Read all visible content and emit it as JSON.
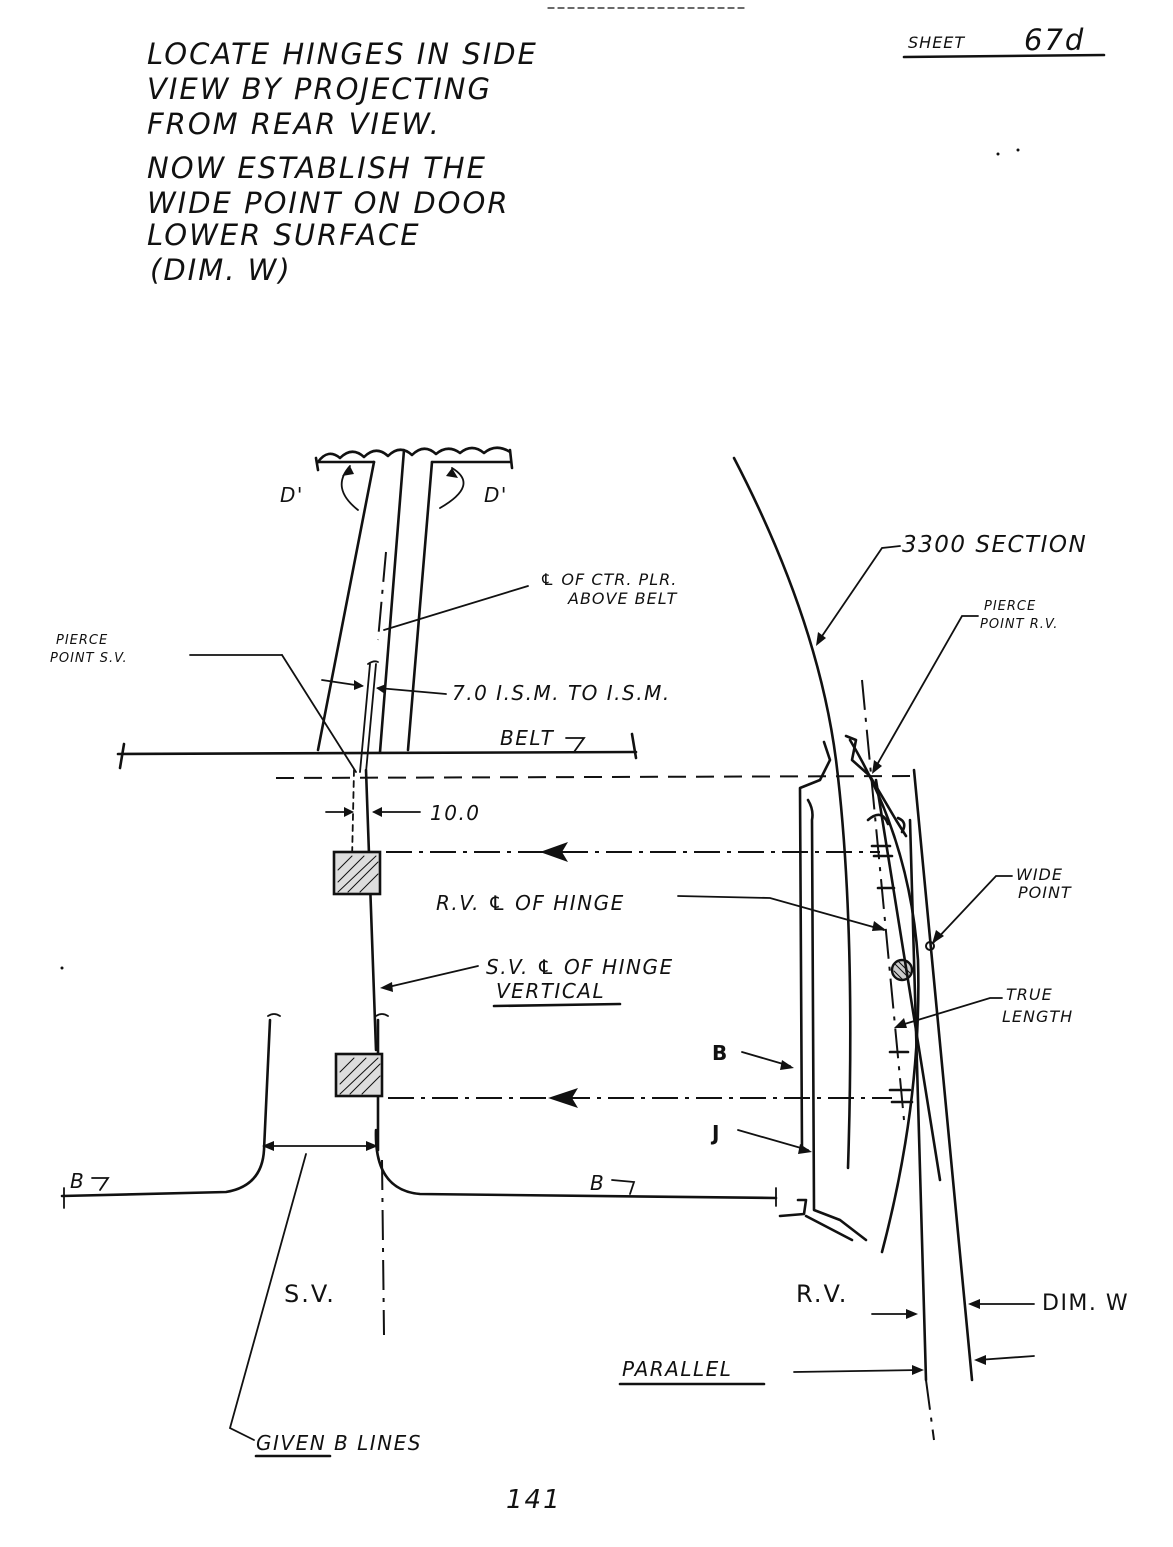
{
  "sheet": {
    "label": "SHEET",
    "number": "67d"
  },
  "instructions": {
    "line1": "LOCATE HINGES IN SIDE",
    "line2": "VIEW BY PROJECTING",
    "line3": "FROM REAR VIEW.",
    "line4": "NOW ESTABLISH THE",
    "line5": "WIDE POINT ON DOOR",
    "line6": "LOWER SURFACE",
    "line7": "(DIM. W)"
  },
  "labels": {
    "d_prime_left": "D'",
    "d_prime_right": "D'",
    "ctr_plr_1": "℄ OF CTR. PLR.",
    "ctr_plr_2": "ABOVE BELT",
    "pierce_sv_1": "PIERCE",
    "pierce_sv_2": "POINT S.V.",
    "ism": "7.0 I.S.M. TO I.S.M.",
    "belt": "BELT",
    "dim_10": "10.0",
    "rv_hinge": "R.V. ℄ OF HINGE",
    "sv_hinge": "S.V. ℄ OF HINGE",
    "vertical": "VERTICAL",
    "section_3300": "3300 SECTION",
    "pierce_rv_1": "PIERCE",
    "pierce_rv_2": "POINT R.V.",
    "wide_1": "WIDE",
    "wide_2": "POINT",
    "true_1": "TRUE",
    "true_2": "LENGTH",
    "b": "B",
    "j": "J",
    "b_line_left": "B",
    "b_line_mid": "B",
    "sv": "S.V.",
    "rv": "R.V.",
    "dim_w": "DIM. W",
    "parallel": "PARALLEL",
    "given_b": "GIVEN B LINES"
  },
  "page_number": "141"
}
